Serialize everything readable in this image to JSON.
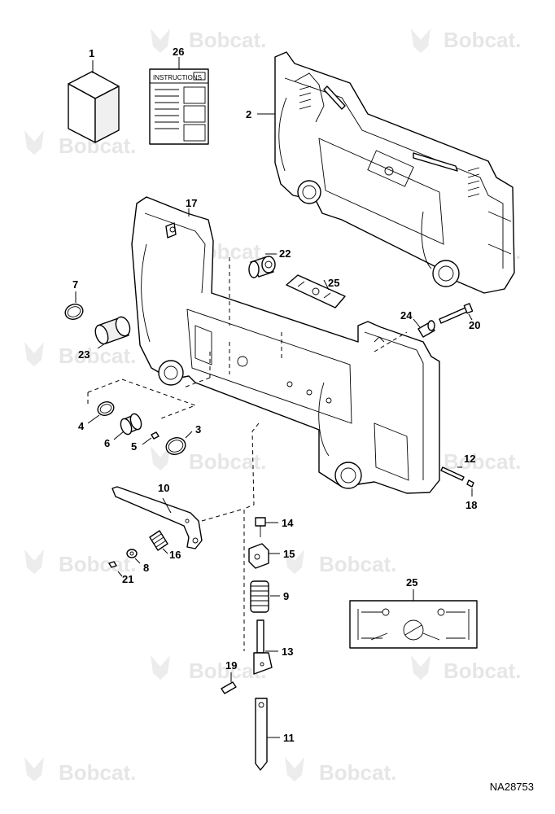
{
  "watermark": "Bobcat.",
  "instructions_title": "INSTRUCTIONS",
  "drawing_number": "NA28753",
  "callouts": [
    {
      "id": "1",
      "text": "1"
    },
    {
      "id": "26",
      "text": "26"
    },
    {
      "id": "2",
      "text": "2"
    },
    {
      "id": "17",
      "text": "17"
    },
    {
      "id": "22",
      "text": "22"
    },
    {
      "id": "25a",
      "text": "25"
    },
    {
      "id": "7",
      "text": "7"
    },
    {
      "id": "23",
      "text": "23"
    },
    {
      "id": "24",
      "text": "24"
    },
    {
      "id": "20",
      "text": "20"
    },
    {
      "id": "4",
      "text": "4"
    },
    {
      "id": "6",
      "text": "6"
    },
    {
      "id": "5",
      "text": "5"
    },
    {
      "id": "3",
      "text": "3"
    },
    {
      "id": "12",
      "text": "12"
    },
    {
      "id": "18",
      "text": "18"
    },
    {
      "id": "10",
      "text": "10"
    },
    {
      "id": "14",
      "text": "14"
    },
    {
      "id": "15",
      "text": "15"
    },
    {
      "id": "16",
      "text": "16"
    },
    {
      "id": "8",
      "text": "8"
    },
    {
      "id": "21",
      "text": "21"
    },
    {
      "id": "9",
      "text": "9"
    },
    {
      "id": "25b",
      "text": "25"
    },
    {
      "id": "13",
      "text": "13"
    },
    {
      "id": "19",
      "text": "19"
    },
    {
      "id": "11",
      "text": "11"
    }
  ]
}
